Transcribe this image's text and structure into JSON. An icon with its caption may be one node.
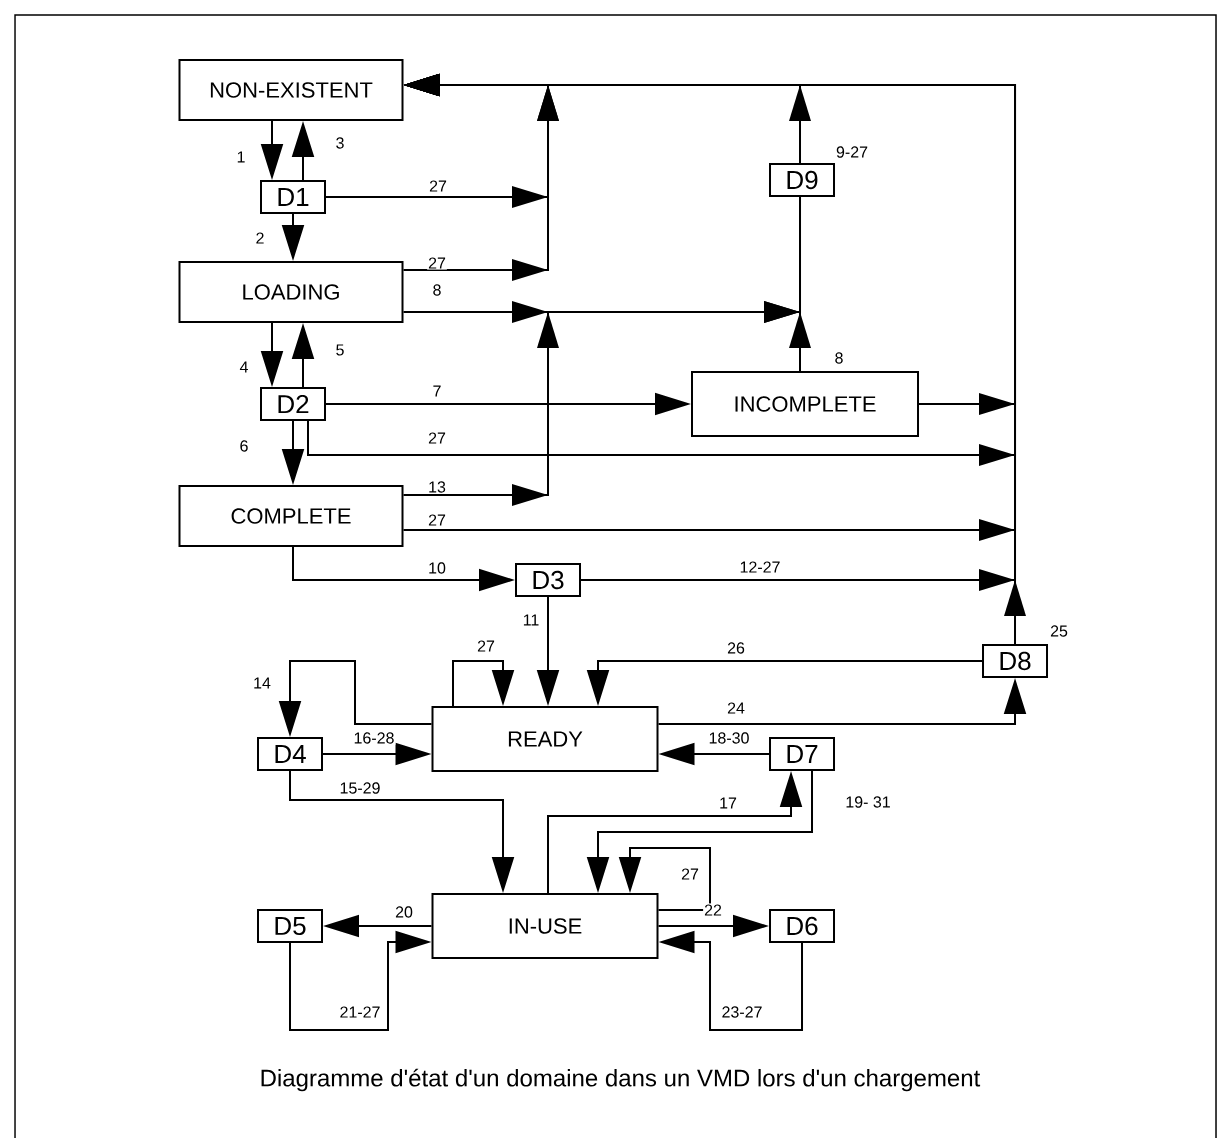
{
  "diagram": {
    "caption": "Diagramme d'état d'un domaine dans un VMD lors d'un chargement",
    "nodes": [
      {
        "text": [
          "NON-EXISTENT"
        ]
      },
      {
        "text": [
          "D1"
        ]
      },
      {
        "text": [
          "LOADING"
        ]
      },
      {
        "text": [
          "D2"
        ]
      },
      {
        "text": [
          "INCOMPLETE"
        ]
      },
      {
        "text": [
          "COMPLETE"
        ]
      },
      {
        "text": [
          "D3"
        ]
      },
      {
        "text": [
          "READY"
        ]
      },
      {
        "text": [
          "D4"
        ]
      },
      {
        "text": [
          "D7"
        ]
      },
      {
        "text": [
          "D8"
        ]
      },
      {
        "text": [
          "IN-USE"
        ]
      },
      {
        "text": [
          "D5"
        ]
      },
      {
        "text": [
          "D6"
        ]
      },
      {
        "text": [
          "D9"
        ]
      }
    ],
    "edges": [
      {
        "from": 0,
        "to": 1,
        "arrow": "to",
        "label": "1"
      },
      {
        "from": 1,
        "to": 0,
        "arrow": "to",
        "label": "3"
      },
      {
        "from": 1,
        "to": 2,
        "arrow": "to",
        "label": "2"
      },
      {
        "from": 1,
        "to": 0,
        "arrow": "to",
        "label": "27"
      },
      {
        "from": 2,
        "to": 0,
        "arrow": "to",
        "label": "27"
      },
      {
        "from": 2,
        "to": 14,
        "arrow": "to",
        "label": "8"
      },
      {
        "from": 2,
        "to": 3,
        "arrow": "to",
        "label": "4"
      },
      {
        "from": 3,
        "to": 2,
        "arrow": "to",
        "label": "5"
      },
      {
        "from": 3,
        "to": 5,
        "arrow": "to",
        "label": "6"
      },
      {
        "from": 3,
        "to": 4,
        "arrow": "to",
        "label": "7"
      },
      {
        "from": 3,
        "to": 0,
        "arrow": "to",
        "label": "27"
      },
      {
        "from": 4,
        "to": 14,
        "arrow": "to",
        "label": "8"
      },
      {
        "from": 4,
        "to": 0,
        "arrow": "to"
      },
      {
        "from": 5,
        "to": 14,
        "arrow": "to",
        "label": "13"
      },
      {
        "from": 5,
        "to": 0,
        "arrow": "to",
        "label": "27"
      },
      {
        "from": 5,
        "to": 6,
        "arrow": "to",
        "label": "10"
      },
      {
        "from": 6,
        "to": 0,
        "arrow": "to",
        "label": "12-27"
      },
      {
        "from": 6,
        "to": 7,
        "arrow": "to",
        "label": "11"
      },
      {
        "from": 14,
        "to": 0,
        "arrow": "to",
        "label": "9-27"
      },
      {
        "from": 10,
        "to": 0,
        "arrow": "to",
        "label": "25"
      },
      {
        "from": 10,
        "to": 7,
        "arrow": "to",
        "label": "26"
      },
      {
        "from": 7,
        "to": 10,
        "arrow": "to",
        "label": "24"
      },
      {
        "from": 7,
        "to": 7,
        "arrow": "to",
        "label": "27"
      },
      {
        "from": 7,
        "to": 8,
        "arrow": "to",
        "label": "14"
      },
      {
        "from": 8,
        "to": 7,
        "arrow": "to",
        "label": "16-28"
      },
      {
        "from": 8,
        "to": 11,
        "arrow": "to",
        "label": "15-29"
      },
      {
        "from": 9,
        "to": 7,
        "arrow": "to",
        "label": "18-30"
      },
      {
        "from": 11,
        "to": 9,
        "arrow": "to",
        "label": "17"
      },
      {
        "from": 9,
        "to": 11,
        "arrow": "to",
        "label": "19- 31"
      },
      {
        "from": 11,
        "to": 11,
        "arrow": "to",
        "label": "27"
      },
      {
        "from": 11,
        "to": 12,
        "arrow": "to",
        "label": "20"
      },
      {
        "from": 12,
        "to": 11,
        "arrow": "to",
        "label": "21-27"
      },
      {
        "from": 11,
        "to": 13,
        "arrow": "to",
        "label": "22"
      },
      {
        "from": 13,
        "to": 11,
        "arrow": "to",
        "label": "23-27"
      }
    ]
  }
}
